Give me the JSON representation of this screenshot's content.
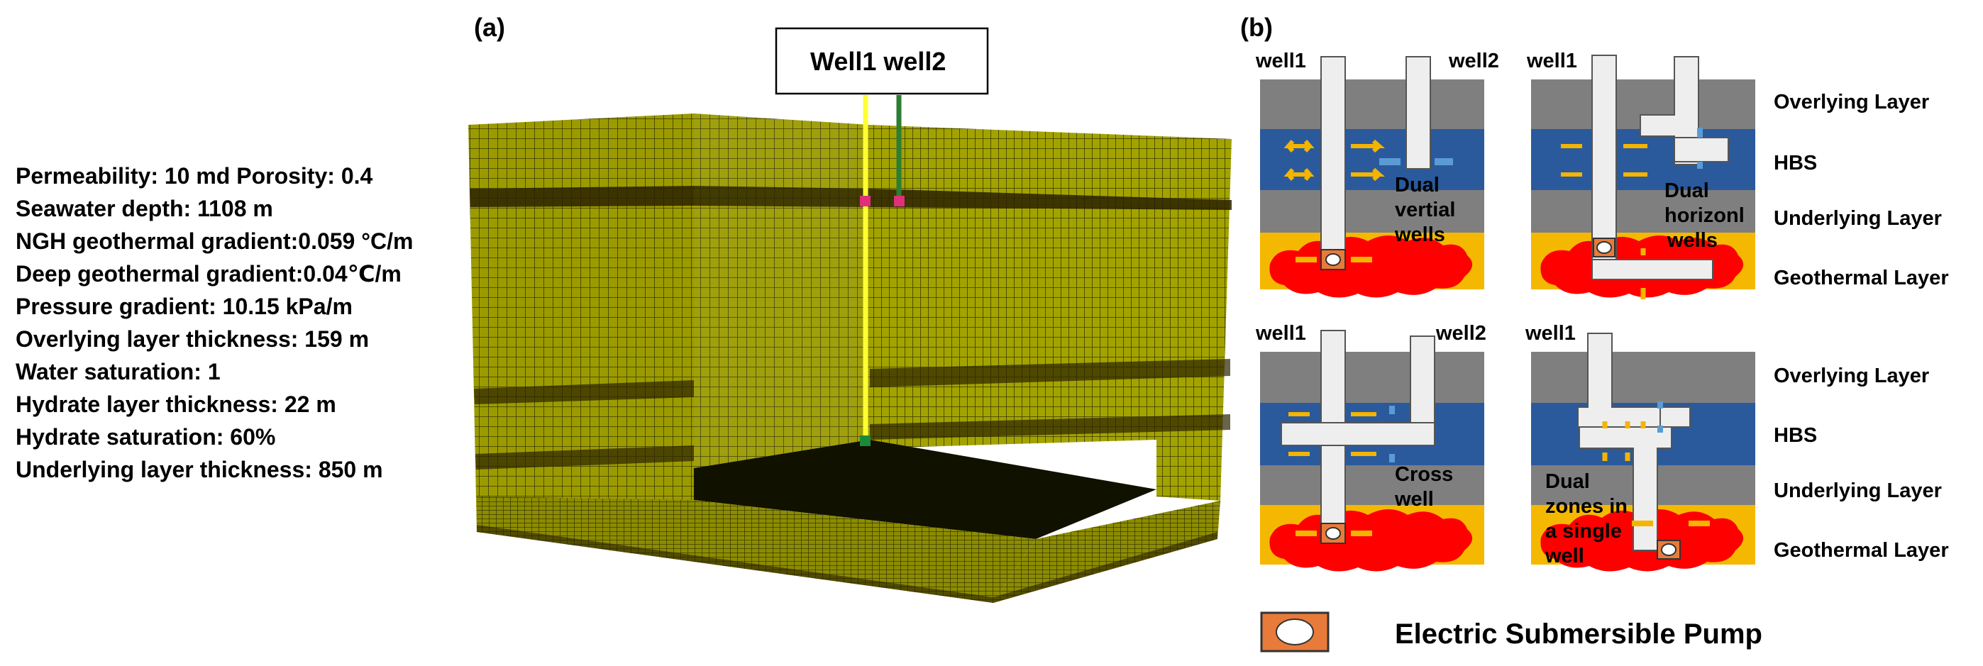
{
  "panel_a": {
    "label": "(a)",
    "well_box_label": "Well1 well2",
    "parameters": [
      "Permeability: 10 md Porosity: 0.4",
      "Seawater depth: 1108 m",
      "NGH geothermal gradient:0.059 °C/m",
      "Deep geothermal gradient:0.04℃/m",
      "Pressure gradient: 10.15 kPa/m",
      "Overlying layer thickness: 159 m",
      "Water saturation: 1",
      "Hydrate layer thickness: 22 m",
      "Hydrate saturation: 60%",
      "Underlying layer thickness: 850 m"
    ]
  },
  "panel_b": {
    "label": "(b)",
    "layer_labels": {
      "overlying": "Overlying  Layer",
      "hbs": "HBS",
      "underlying": "Underlying Layer",
      "geothermal": "Geothermal Layer"
    },
    "cases": [
      {
        "well_labels": [
          "well1",
          "well2"
        ],
        "caption": [
          "Dual",
          "vertial",
          "wells"
        ]
      },
      {
        "well_labels": [
          "well1"
        ],
        "caption": [
          "Dual",
          "horizonl",
          "wells"
        ]
      },
      {
        "well_labels": [
          "well1",
          "well2"
        ],
        "caption": [
          "Cross",
          "well"
        ]
      },
      {
        "well_labels": [
          "well1"
        ],
        "caption": [
          "Dual",
          "zones in",
          "a single",
          "well"
        ]
      }
    ],
    "legend": {
      "label": "Electric Submersible Pump"
    }
  },
  "colors": {
    "mesh_face": "#9b9b00",
    "mesh_line": "#3a3a00",
    "well1_line": "#ffff33",
    "well2_line": "#2e7d32",
    "marker_pink": "#e0307a",
    "marker_green": "#1b8a3a",
    "overlying": "#7f7f7f",
    "hbs": "#2a5a9c",
    "geothermal_bg": "#f5b800",
    "geothermal_cloud": "#ff0000",
    "pump": "#e87b3a",
    "arrow_yellow": "#f4b400",
    "arrow_blue": "#5b9bd5",
    "pipe": "#eeeeee"
  }
}
